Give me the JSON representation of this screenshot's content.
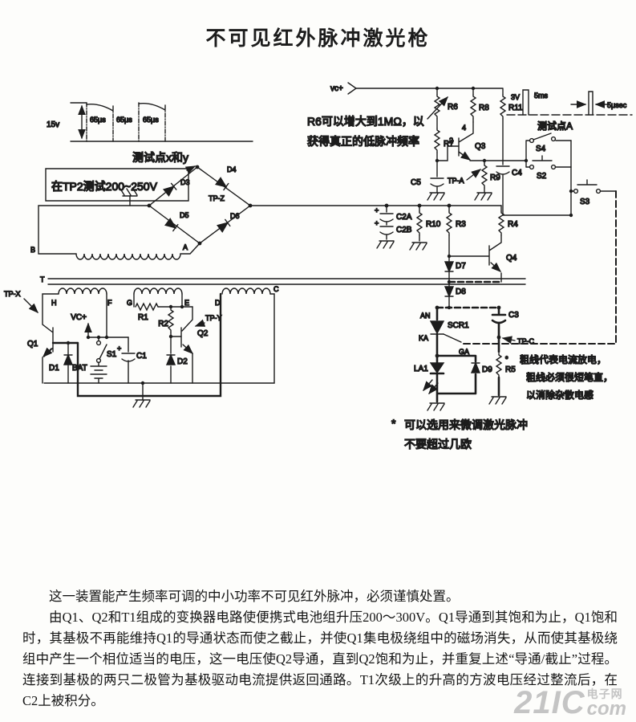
{
  "title": "不可见红外脉冲激光枪",
  "waveform_xy": {
    "voltage": "15v",
    "t1": "65μs",
    "t2": "65μs",
    "t3": "65μs",
    "caption": "测试点x和y"
  },
  "waveform_a": {
    "voltage": "3V",
    "t1": "5ms",
    "t2": "5μsec",
    "caption": "测试点A"
  },
  "callout_tp2": "在TP2测试200~250V",
  "notes": {
    "r6_line1": "R6可以增大到1MΩ，以",
    "r6_line2": "获得真正的低脉冲频率",
    "thick_line1": "粗线代表电流放电，",
    "thick_line2": "粗线必须很短笔直，",
    "thick_line3": "以消除杂散电感",
    "star_line1": "可以选用来微调激光脉冲",
    "star_line2": "不要超过几欧",
    "star_mark": "*"
  },
  "labels": {
    "q1": "Q1",
    "q2": "Q2",
    "q3": "Q3",
    "q4": "Q4",
    "d1": "D1",
    "d2": "D2",
    "d3": "D3",
    "d4": "D4",
    "d5": "D5",
    "d6": "D6",
    "d7": "D7",
    "d8": "D8",
    "d9": "D9",
    "r1": "R1",
    "r2": "R2",
    "r3": "R3",
    "r4": "R4",
    "r5": "R5",
    "r6": "R6",
    "r7": "R7",
    "r8": "R8",
    "r9": "R9",
    "r10": "R10",
    "r11": "R11",
    "c1": "C1",
    "c2a": "C2A",
    "c2b": "C2B",
    "c3": "C3",
    "c4": "C4",
    "c5": "C5",
    "s1": "S1",
    "s2": "S2",
    "s3": "S3",
    "s4": "S4",
    "bat": "BAT",
    "scr": "SCR1",
    "la1": "LA1",
    "an": "AN",
    "ka": "KA",
    "ga": "GA",
    "tpx": "TP-X",
    "tpy": "TP-Y",
    "tpz": "TP-Z",
    "tpa": "TP-A",
    "tpc": "TP-C",
    "vcc_l": "VC+",
    "vcc_r": "vc+",
    "core": "T",
    "term_a": "A",
    "term_b": "B",
    "wh": "H",
    "wf": "F",
    "wg": "G",
    "we": "E",
    "wd": "D",
    "wc": "C",
    "pin2": "2",
    "pin4": "4",
    "plus": "+",
    "star": "*"
  },
  "body": {
    "p1": "这一装置能产生频率可调的中小功率不可见红外脉冲，必须谨慎处置。",
    "p2": "由Q1、Q2和T1组成的变换器电路使便携式电池组升压200～300V。Q1导通到其饱和为止，Q1饱和时，其基极不再能维持Q1的导通状态而使之截止，并使Q1集电极绕组中的磁场消失，从而使其基极绕组中产生一个相位适当的电压，这一电压使Q2导通，直到Q2饱和为止，并重复上述“导通/截止”过程。连接到基极的两只二极管为基极驱动电流提供返回通路。T1次级上的升高的方波电压经过整流后，在C2上被积分。"
  },
  "watermark": {
    "brand": "21IC",
    "cn": "电子网",
    "suffix": "com"
  },
  "colors": {
    "ink": "#1c1c1c",
    "paper": "#fdfdfb",
    "watermark": "#c4c4c4"
  }
}
